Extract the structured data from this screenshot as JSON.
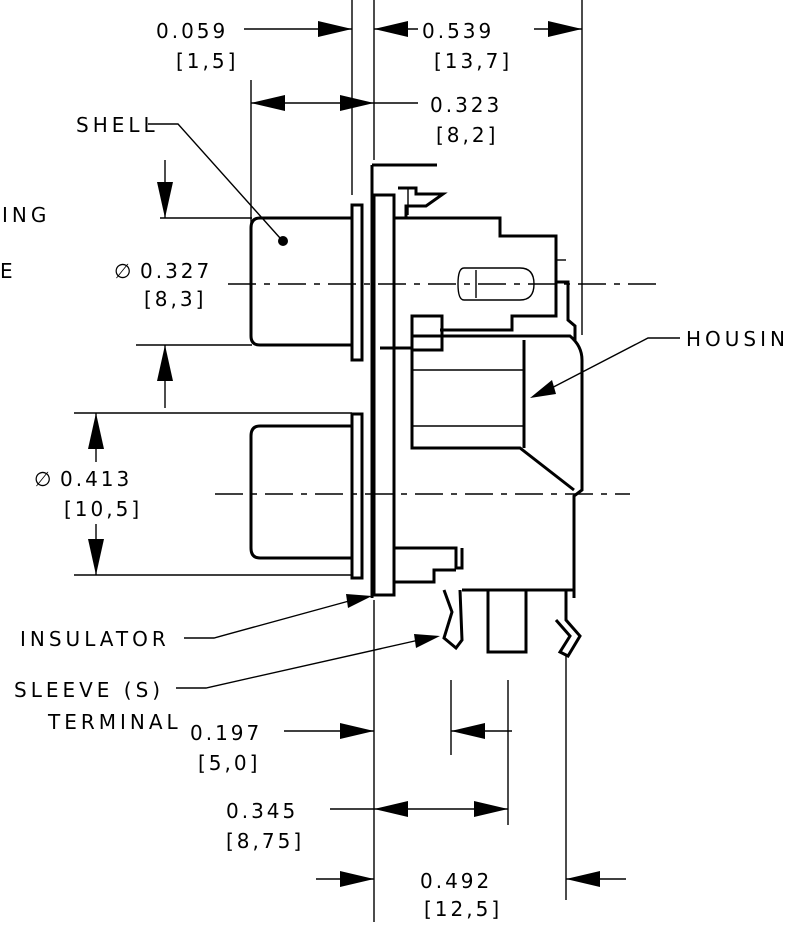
{
  "labels": {
    "shell": "SHELL",
    "housing_right": "HOUSING",
    "housing_left_partial": "ING",
    "left_partial_e": "E",
    "insulator": "INSULATOR",
    "sleeve_line1": "SLEEVE (S)",
    "sleeve_line2": "TERMINAL"
  },
  "dimensions": {
    "d_0059": {
      "value": "0.059",
      "metric": "[1,5]"
    },
    "d_0539": {
      "value": "0.539",
      "metric": "[13,7]"
    },
    "d_0323": {
      "value": "0.323",
      "metric": "[8,2]"
    },
    "d_0327": {
      "value": "0.327",
      "metric": "[8,3]",
      "symbol": "∅"
    },
    "d_0413": {
      "value": "0.413",
      "metric": "[10,5]",
      "symbol": "∅"
    },
    "d_0197": {
      "value": "0.197",
      "metric": "[5,0]"
    },
    "d_0345": {
      "value": "0.345",
      "metric": "[8,75]"
    },
    "d_0492": {
      "value": "0.492",
      "metric": "[12,5]"
    }
  }
}
